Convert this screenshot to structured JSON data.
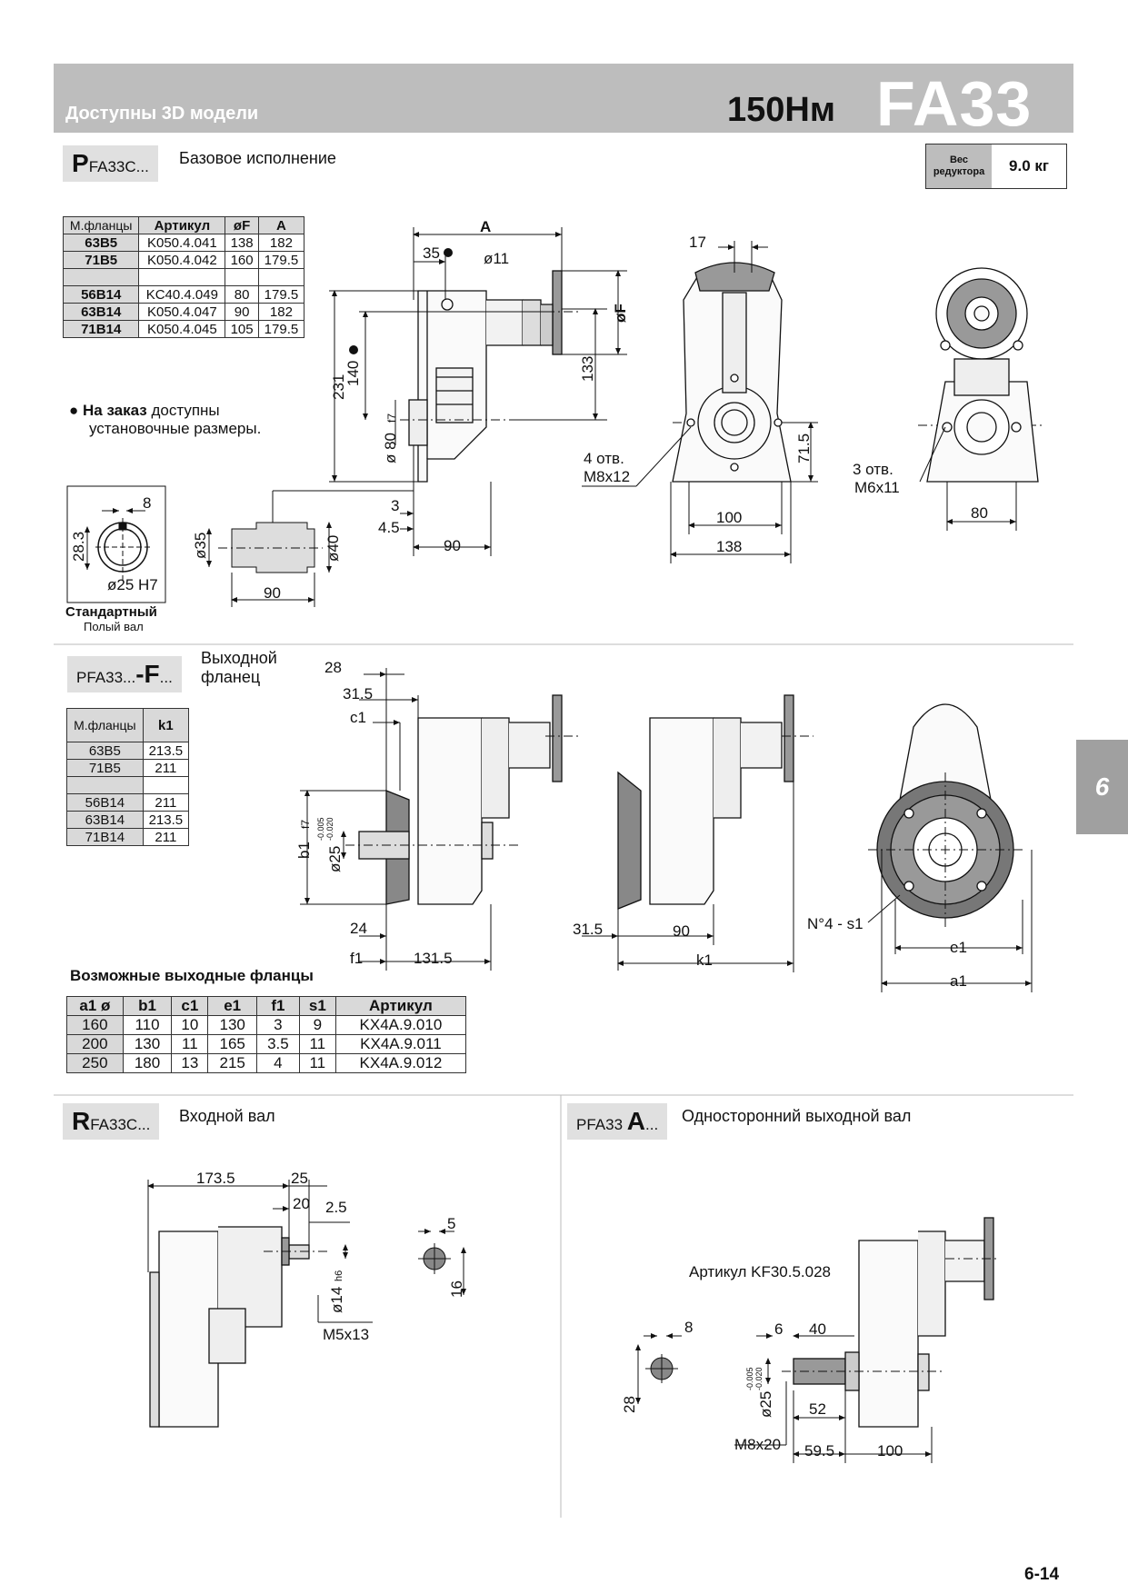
{
  "header": {
    "models_3d": "Доступны 3D модели",
    "torque": "150Нм",
    "model": "FA33"
  },
  "weight": {
    "label_line1": "Вес",
    "label_line2": "редуктора",
    "value": "9.0 кг"
  },
  "section_base": {
    "badge_prefix": "P",
    "badge_rest": "FA33C...",
    "title": "Базовое исполнение",
    "table_headers": [
      "М.фланцы",
      "Артикул",
      "øF",
      "A"
    ],
    "table_rows": [
      [
        "63B5",
        "K050.4.041",
        "138",
        "182"
      ],
      [
        "71B5",
        "K050.4.042",
        "160",
        "179.5"
      ],
      [
        "56B14",
        "KC40.4.049",
        "80",
        "179.5"
      ],
      [
        "63B14",
        "K050.4.047",
        "90",
        "182"
      ],
      [
        "71B14",
        "K050.4.045",
        "105",
        "179.5"
      ]
    ],
    "note_bold": "На заказ",
    "note_rest": " доступны",
    "note_line2": "установочные размеры.",
    "shaft_label": "Стандартный",
    "shaft_sub": "Полый вал",
    "dims": {
      "A": "A",
      "d35": "35",
      "d11": "ø11",
      "d17": "17",
      "dF": "øF",
      "d231": "231",
      "d140": "140",
      "d133": "133",
      "d80": "ø 80",
      "f7": "f7",
      "d4otv": "4 отв.",
      "dM8": "M8x12",
      "d71": "71.5",
      "d100": "100",
      "d138": "138",
      "d3otv": "3 отв.",
      "dM6": "M6x11",
      "d80b": "80",
      "d3": "3",
      "d45": "4.5",
      "d90": "90",
      "d8": "8",
      "d283": "28.3",
      "d25": "ø25 H7",
      "d35b": "ø35",
      "d40": "ø40",
      "d90b": "90"
    }
  },
  "section_flange": {
    "badge_prefix": "PFA33...",
    "badge_bold": "-F",
    "badge_suffix": "...",
    "title_line1": "Выходной",
    "title_line2": "фланец",
    "table_headers": [
      "М.фланцы",
      "k1"
    ],
    "table_rows": [
      [
        "63B5",
        "213.5"
      ],
      [
        "71B5",
        "211"
      ],
      [
        "56B14",
        "211"
      ],
      [
        "63B14",
        "213.5"
      ],
      [
        "71B14",
        "211"
      ]
    ],
    "dims": {
      "d28": "28",
      "d315": "31.5",
      "c1": "c1",
      "b1": "b1",
      "f7": "f7",
      "tol1": "-0.005",
      "tol2": "-0.020",
      "d25": "ø25",
      "d24": "24",
      "f1": "f1",
      "d1315": "131.5",
      "d315b": "31.5",
      "d90": "90",
      "k1": "k1",
      "n4": "N°4 - s1",
      "e1": "e1",
      "a1": "a1"
    },
    "possible_title": "Возможные выходные фланцы",
    "possible_headers": [
      "a1 ø",
      "b1",
      "c1",
      "e1",
      "f1",
      "s1",
      "Артикул"
    ],
    "possible_rows": [
      [
        "160",
        "110",
        "10",
        "130",
        "3",
        "9",
        "KX4A.9.010"
      ],
      [
        "200",
        "130",
        "11",
        "165",
        "3.5",
        "11",
        "KX4A.9.011"
      ],
      [
        "250",
        "180",
        "13",
        "215",
        "4",
        "11",
        "KX4A.9.012"
      ]
    ]
  },
  "section_input": {
    "badge_prefix": "R",
    "badge_rest": "FA33C...",
    "title": "Входной вал",
    "dims": {
      "d1735": "173.5",
      "d25": "25",
      "d20": "20",
      "d25b": "2.5",
      "d14": "ø14",
      "h6": "h6",
      "m5": "M5x13",
      "d5": "5",
      "d16": "16"
    }
  },
  "section_output": {
    "badge_prefix": "PFA33 ",
    "badge_bold": "A",
    "badge_suffix": "...",
    "title": "Односторонний выходной вал",
    "article": "Артикул KF30.5.028",
    "dims": {
      "d8": "8",
      "d28": "28",
      "d6": "6",
      "d40": "40",
      "tol1": "-0.005",
      "tol2": "-0.020",
      "d25": "ø25",
      "d52": "52",
      "m8": "M8x20",
      "d595": "59.5",
      "d100": "100"
    }
  },
  "side_tab": "6",
  "page_number": "6-14"
}
